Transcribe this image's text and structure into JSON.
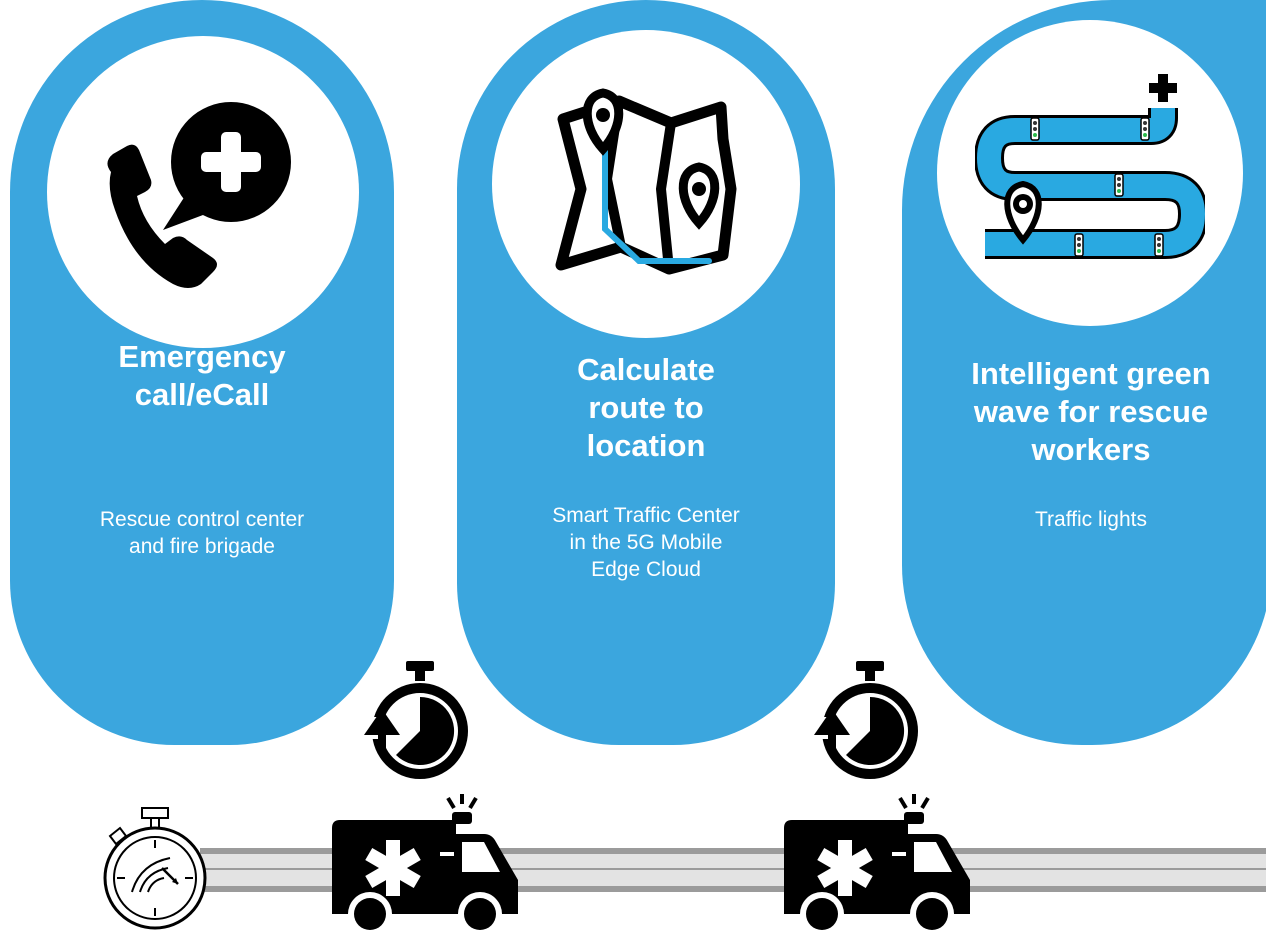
{
  "steps": [
    {
      "title_lines": [
        "Emergency",
        "call/eCall"
      ],
      "subtitle_lines": [
        "Rescue control center",
        "and fire brigade"
      ],
      "icon": "phone-medical-icon"
    },
    {
      "title_lines": [
        "Calculate",
        "route to",
        "location"
      ],
      "subtitle_lines": [
        "Smart Traffic Center",
        "in the 5G Mobile",
        "Edge Cloud"
      ],
      "icon": "route-map-icon"
    },
    {
      "title_lines": [
        "Intelligent green",
        "wave for rescue",
        "workers"
      ],
      "subtitle_lines": [
        "Traffic lights"
      ],
      "icon": "green-wave-road-icon"
    }
  ],
  "colors": {
    "accent": "#3ba6de",
    "route_line": "#29a9e1",
    "icon_dark": "#000000",
    "road": "#9b9b9b"
  }
}
